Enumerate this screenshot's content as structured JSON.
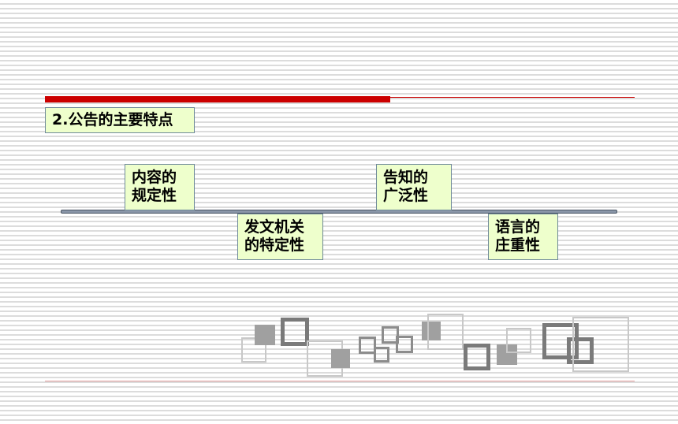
{
  "slide": {
    "title": "2.公告的主要特点",
    "features": [
      {
        "line1": "内容的",
        "line2": "规定性"
      },
      {
        "line1": "发文机关",
        "line2": "的特定性"
      },
      {
        "line1": "告知的",
        "line2": "广泛性"
      },
      {
        "line1": "语言的",
        "line2": "庄重性"
      }
    ]
  },
  "colors": {
    "accent_red": "#cc0000",
    "label_fill": "#eeffcc",
    "timeline": "#8a96a8"
  }
}
